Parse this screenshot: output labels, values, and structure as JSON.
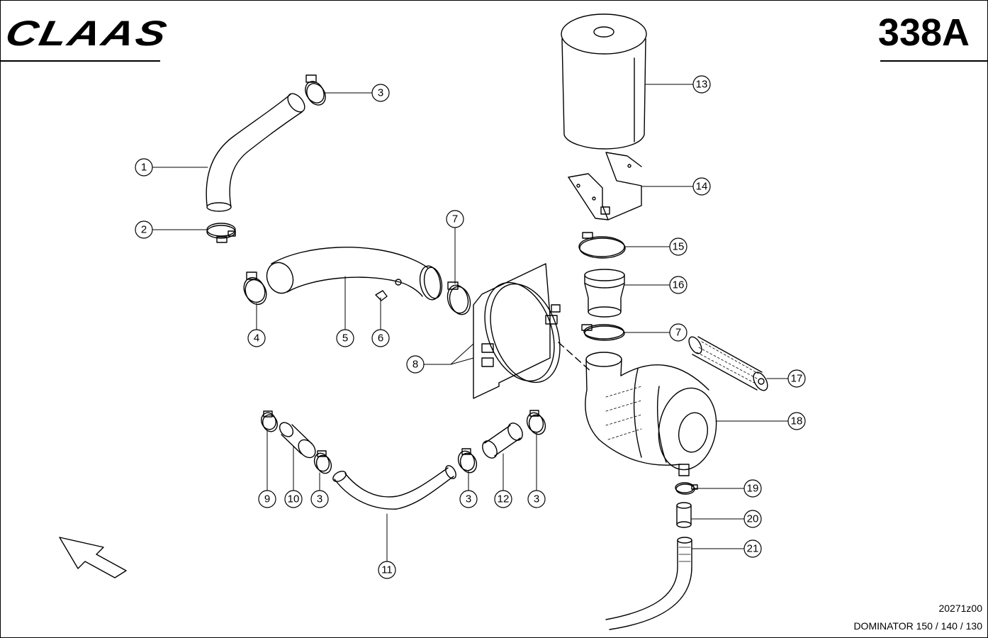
{
  "header": {
    "brand_logo": "CLAAS",
    "page_number": "338A"
  },
  "footer": {
    "drawing_code": "20271z00",
    "model": "DOMINATOR 150 / 140 / 130"
  },
  "callouts": {
    "c1": "1",
    "c2": "2",
    "c3a": "3",
    "c3b": "3",
    "c3c": "3",
    "c3d": "3",
    "c4": "4",
    "c5": "5",
    "c6": "6",
    "c7a": "7",
    "c7b": "7",
    "c8": "8",
    "c9": "9",
    "c10": "10",
    "c11": "11",
    "c12": "12",
    "c13": "13",
    "c14": "14",
    "c15": "15",
    "c16": "16",
    "c17": "17",
    "c18": "18",
    "c19": "19",
    "c20": "20",
    "c21": "21"
  },
  "icons": {
    "direction_arrow": "travel-direction-arrow-icon"
  }
}
